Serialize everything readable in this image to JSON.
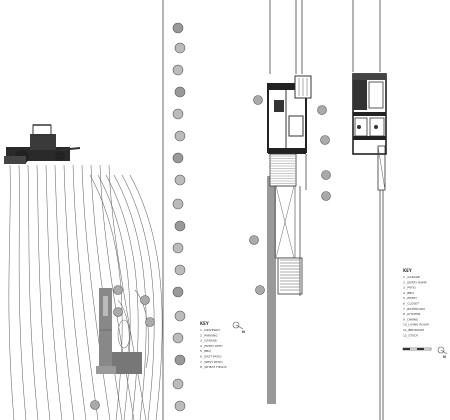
{
  "site_key": {
    "title": "KEY",
    "items": [
      "1 _DRIVEWAY",
      "2 _PARKING",
      "3 _GARAGE",
      "4 _ENTRY PATH",
      "5 _BBQ",
      "6 _EAST PATIO",
      "7 _WEST PATIO",
      "8 _WHEAT FIELDS"
    ]
  },
  "plan_key": {
    "title": "KEY",
    "items": [
      "1 _GARAGE",
      "2 _ENTRY RAMP",
      "3 _PATIO",
      "4 _BBQ",
      "5 _ENTRY",
      "6 _CLOSET",
      "7 _BATHROOM",
      "8 _KITCHEN",
      "9 _DINING",
      "10_LIVING ROOM",
      "11_BEDROOM",
      "12_STUDY"
    ]
  },
  "north_label": "N",
  "colors": {
    "line": "#555555",
    "wall": "#222222",
    "poche": "#888888",
    "tree": "#666666"
  }
}
